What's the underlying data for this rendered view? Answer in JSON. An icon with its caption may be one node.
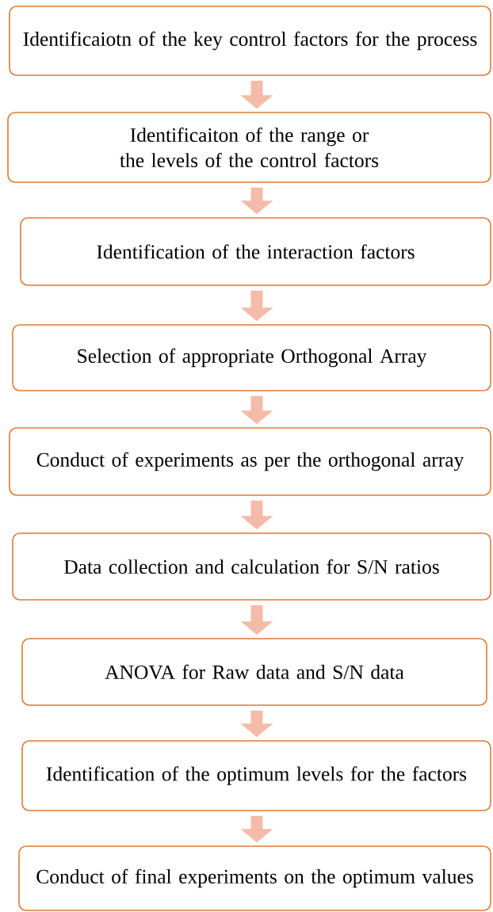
{
  "diagram": {
    "nodes": [
      {
        "text": [
          "Identificaiotn of the key control factors for the process"
        ]
      },
      {
        "text": [
          "Identificaiton of the range or the levels of the control factors"
        ]
      },
      {
        "text": [
          "Identification of the interaction factors"
        ]
      },
      {
        "text": [
          "Selection of appropriate Orthogonal Array"
        ]
      },
      {
        "text": [
          "Conduct of experiments as per the orthogonal array"
        ]
      },
      {
        "text": [
          "Data collection and calculation for S/N ratios"
        ]
      },
      {
        "text": [
          "ANOVA for Raw data and S/N data"
        ]
      },
      {
        "text": [
          "Identification of the optimum levels for the factors"
        ]
      },
      {
        "text": [
          "Conduct of final experiments on the optimum values"
        ]
      }
    ],
    "edges": [
      {
        "from": 0,
        "to": 1,
        "arrow": "to"
      },
      {
        "from": 1,
        "to": 2,
        "arrow": "to"
      },
      {
        "from": 2,
        "to": 3,
        "arrow": "to"
      },
      {
        "from": 3,
        "to": 4,
        "arrow": "to"
      },
      {
        "from": 4,
        "to": 5,
        "arrow": "to"
      },
      {
        "from": 5,
        "to": 6,
        "arrow": "to"
      },
      {
        "from": 6,
        "to": 7,
        "arrow": "to"
      },
      {
        "from": 7,
        "to": 8,
        "arrow": "to"
      }
    ]
  }
}
